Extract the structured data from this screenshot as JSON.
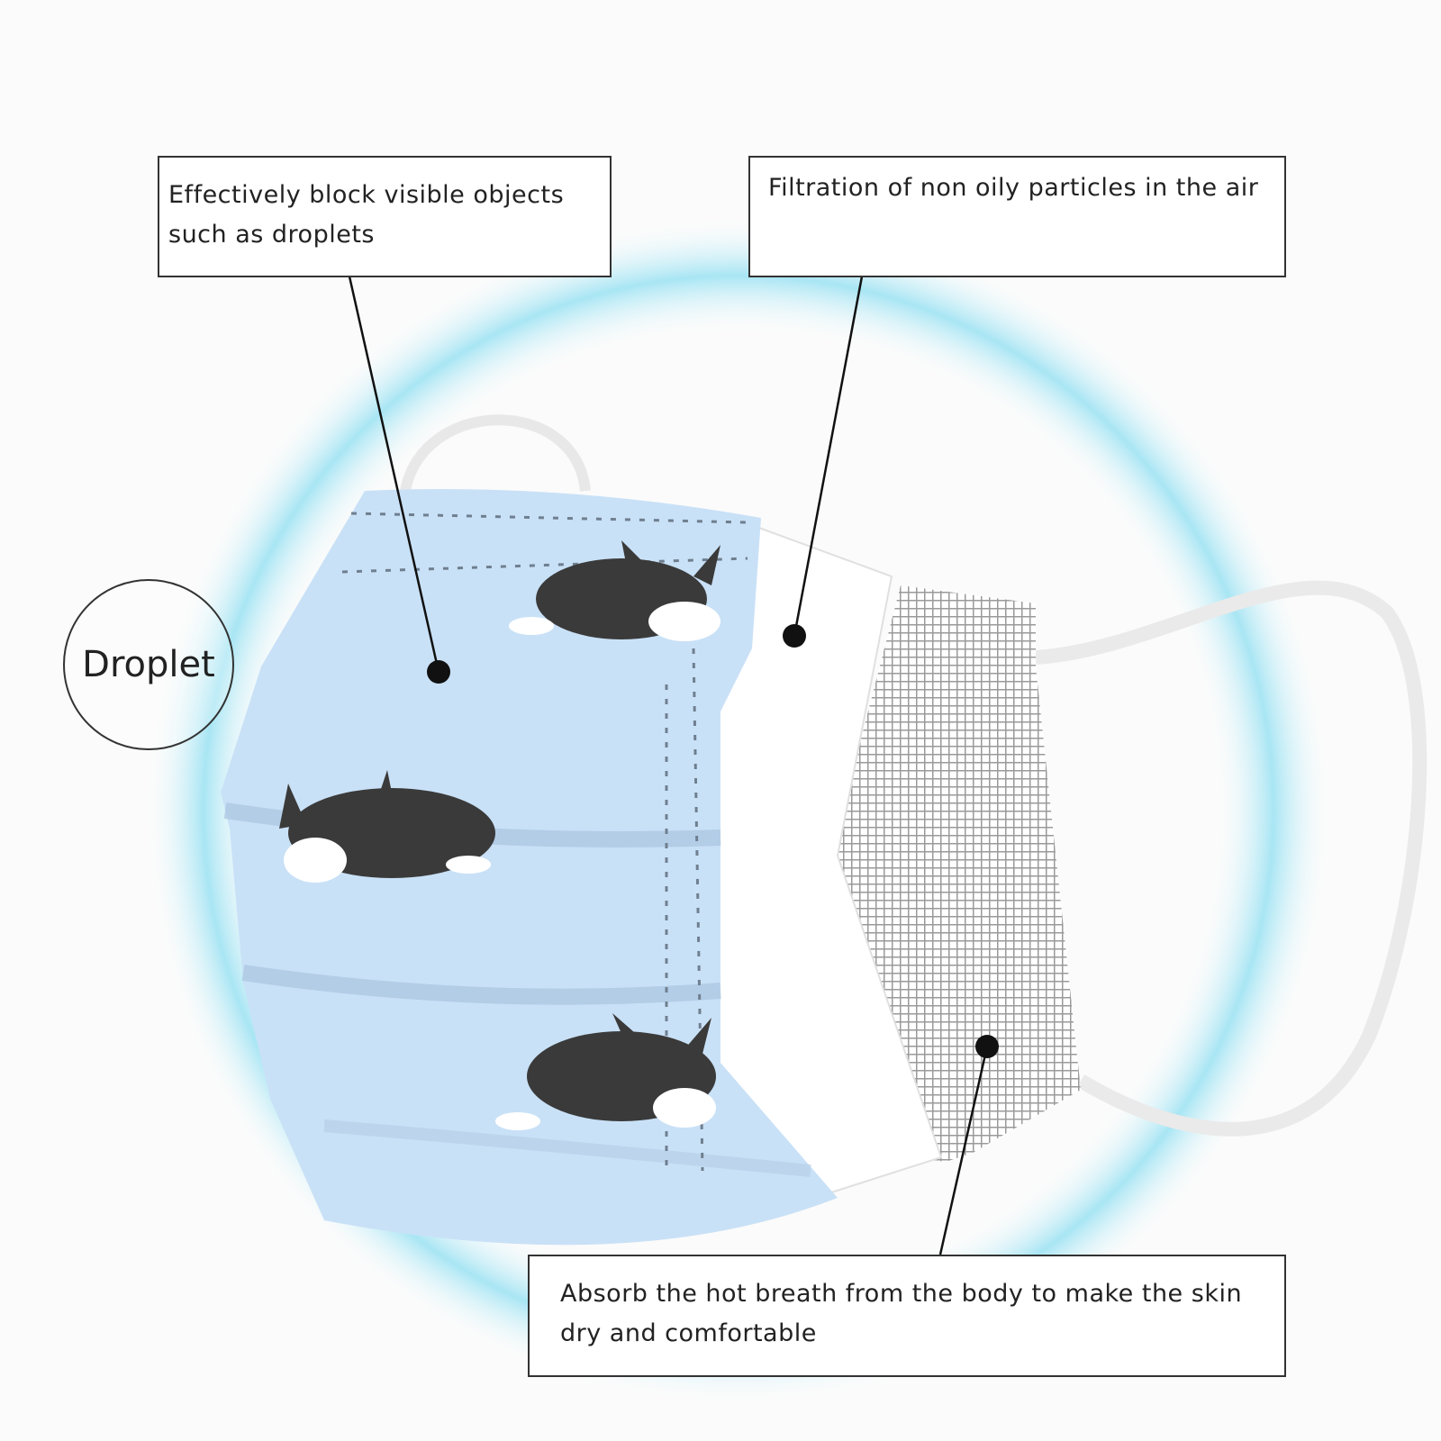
{
  "callouts": {
    "outer_layer": "Effectively block visible objects such as droplets",
    "middle_layer": "Filtration of non oily particles in the air",
    "inner_layer": "Absorb the hot breath from the body to make the skin dry and comfortable"
  },
  "droplet_label": "Droplet",
  "colors": {
    "mask_blue": "#c9e1f7",
    "glow": "#8fdcf0",
    "dog": "#3a3a3a"
  }
}
